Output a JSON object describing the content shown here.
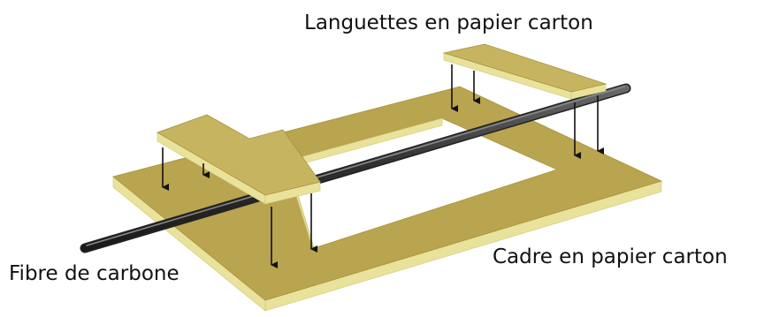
{
  "labels": {
    "tabs": "Languettes en papier carton",
    "fiber": "Fibre de carbone",
    "frame": "Cadre en papier carton"
  },
  "colors": {
    "cardboard_top": "#b9a44f",
    "cardboard_edge": "#e9e29a",
    "tab_top": "#c7b460",
    "fiber": "#3a3a3a",
    "arrow": "#111111"
  }
}
